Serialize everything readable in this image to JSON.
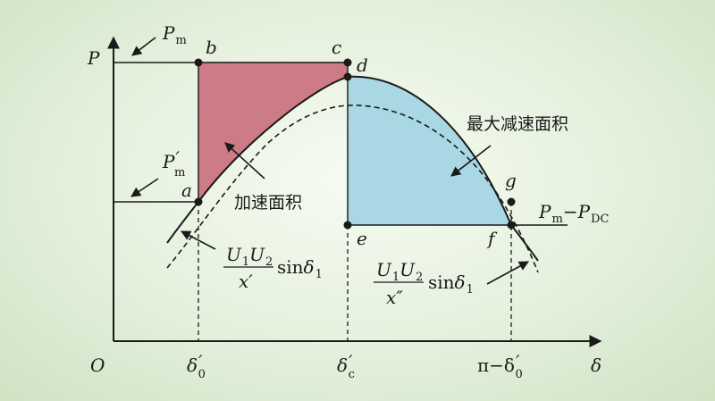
{
  "axes": {
    "y_label": "P",
    "origin_label": "O",
    "x_label": "δ",
    "x_ticks": [
      {
        "base": "δ",
        "sub": "0",
        "prime": "′"
      },
      {
        "base": "δ",
        "sub": "c",
        "prime": "′"
      },
      {
        "base": "π−δ",
        "sub": "0",
        "prime": "′"
      }
    ]
  },
  "power_levels": {
    "pm": {
      "base": "P",
      "sub": "m"
    },
    "pm_prime": {
      "base": "P",
      "prime": "′",
      "sub": "m"
    },
    "pm_minus_pdc": {
      "p1": "P",
      "s1": "m",
      "dash": "−",
      "p2": "P",
      "s2": "DC"
    }
  },
  "points": {
    "a": "a",
    "b": "b",
    "c": "c",
    "d": "d",
    "e": "e",
    "f": "f",
    "g": "g"
  },
  "area_labels": {
    "accel": "加速面积",
    "decel": "最大减速面积"
  },
  "formulas": {
    "solid": {
      "numerator_u1": "U",
      "numerator_s1": "1",
      "numerator_u2": "U",
      "numerator_s2": "2",
      "denominator": "x′",
      "func": "sin",
      "arg": "δ",
      "arg_sub": "1"
    },
    "dashed": {
      "numerator_u1": "U",
      "numerator_s1": "1",
      "numerator_u2": "U",
      "numerator_s2": "2",
      "denominator": "x″",
      "func": "sin",
      "arg": "δ",
      "arg_sub": "1"
    }
  },
  "colors": {
    "accel_fill": "#cd7b85",
    "decel_fill": "#a9d7e3",
    "line": "#1a1a1a"
  }
}
